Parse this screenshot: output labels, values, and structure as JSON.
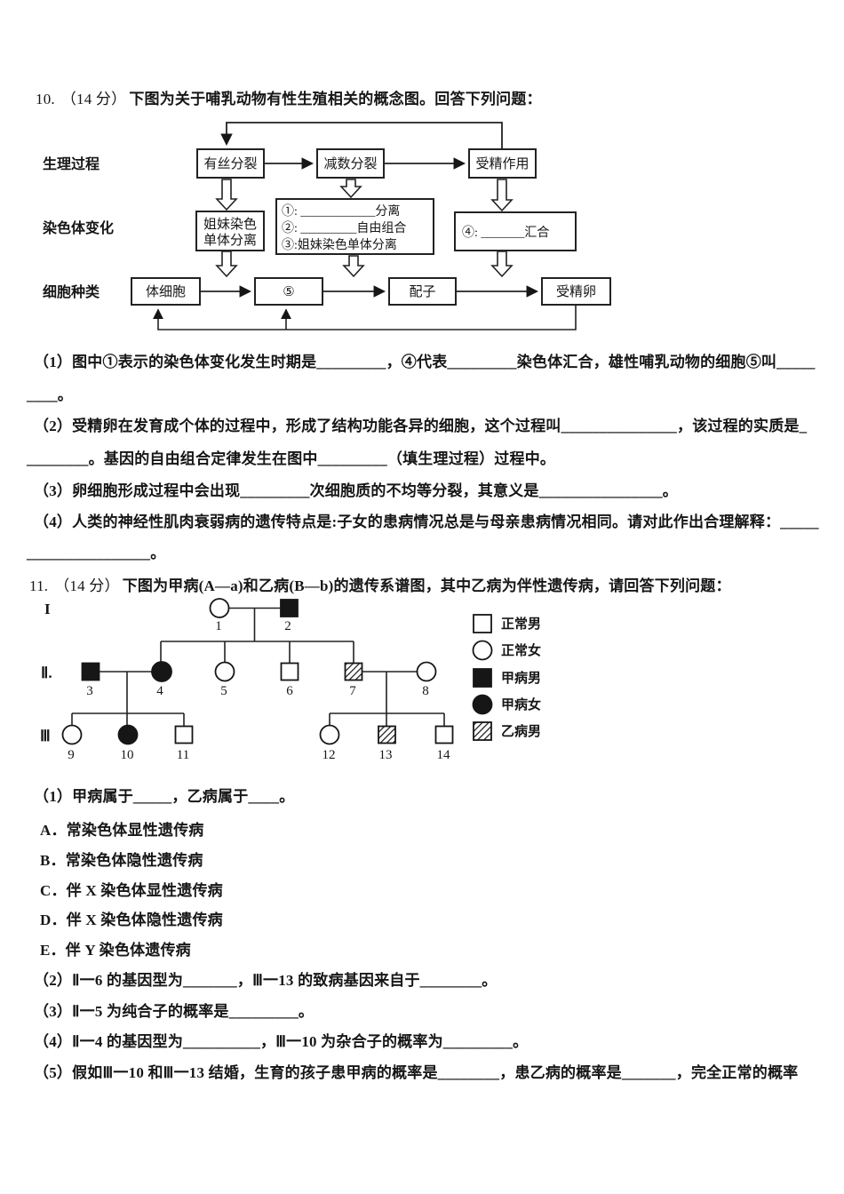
{
  "q10": {
    "number": "10.",
    "score": "（14 分）",
    "stem": "下图为关于哺乳动物有性生殖相关的概念图。回答下列问题：",
    "diagram": {
      "row_labels": [
        "生理过程",
        "染色体变化",
        "细胞种类"
      ],
      "process": [
        "有丝分裂",
        "减数分裂",
        "受精作用"
      ],
      "chrom_left": [
        "姐妹染色",
        "单体分离"
      ],
      "chrom_mid": [
        "①: ____________分离",
        "②: _________自由组合",
        "③:姐妹染色单体分离"
      ],
      "chrom_right": "④: _______汇合",
      "cells": [
        "体细胞",
        "⑤",
        "配子",
        "受精卵"
      ]
    },
    "lines": [
      "（1）图中①表示的染色体变化发生时期是_________，④代表_________染色体汇合，雄性哺乳动物的细胞⑤叫_____",
      "____。",
      "（2）受精卵在发育成个体的过程中，形成了结构功能各异的细胞，这个过程叫_______________，该过程的实质是_",
      "________。基因的自由组合定律发生在图中_________（填生理过程）过程中。",
      "（3）卵细胞形成过程中会出现_________次细胞质的不均等分裂，其意义是________________。",
      "（4）人类的神经性肌肉衰弱病的遗传特点是:子女的患病情况总是与母亲患病情况相同。请对此作出合理解释：_____",
      "________________。"
    ]
  },
  "q11": {
    "number": "11.",
    "score": "（14 分）",
    "stem": "下图为甲病(A—a)和乙病(B—b)的遗传系谱图，其中乙病为伴性遗传病，请回答下列问题：",
    "pedigree": {
      "generations": [
        "I",
        "Ⅱ.",
        "Ⅲ"
      ],
      "numbers": [
        "1",
        "2",
        "3",
        "4",
        "5",
        "6",
        "7",
        "8",
        "9",
        "10",
        "11",
        "12",
        "13",
        "14"
      ],
      "legend": [
        "正常男",
        "正常女",
        "甲病男",
        "甲病女",
        "乙病男"
      ]
    },
    "q1": "（1）甲病属于_____，乙病属于____。",
    "options": [
      "A．常染色体显性遗传病",
      "B．常染色体隐性遗传病",
      "C．伴 X 染色体显性遗传病",
      "D．伴 X 染色体隐性遗传病",
      "E．伴 Y 染色体遗传病"
    ],
    "q2": "（2）Ⅱ一6 的基因型为_______，Ⅲ一13 的致病基因来自于________。",
    "q3": "（3）Ⅱ一5 为纯合子的概率是_________。",
    "q4": "（4）Ⅱ一4 的基因型为__________，Ⅲ一10 为杂合子的概率为_________。",
    "q5": "（5）假如Ⅲ一10 和Ⅲ一13 结婚，生育的孩子患甲病的概率是________，患乙病的概率是_______，完全正常的概率"
  }
}
